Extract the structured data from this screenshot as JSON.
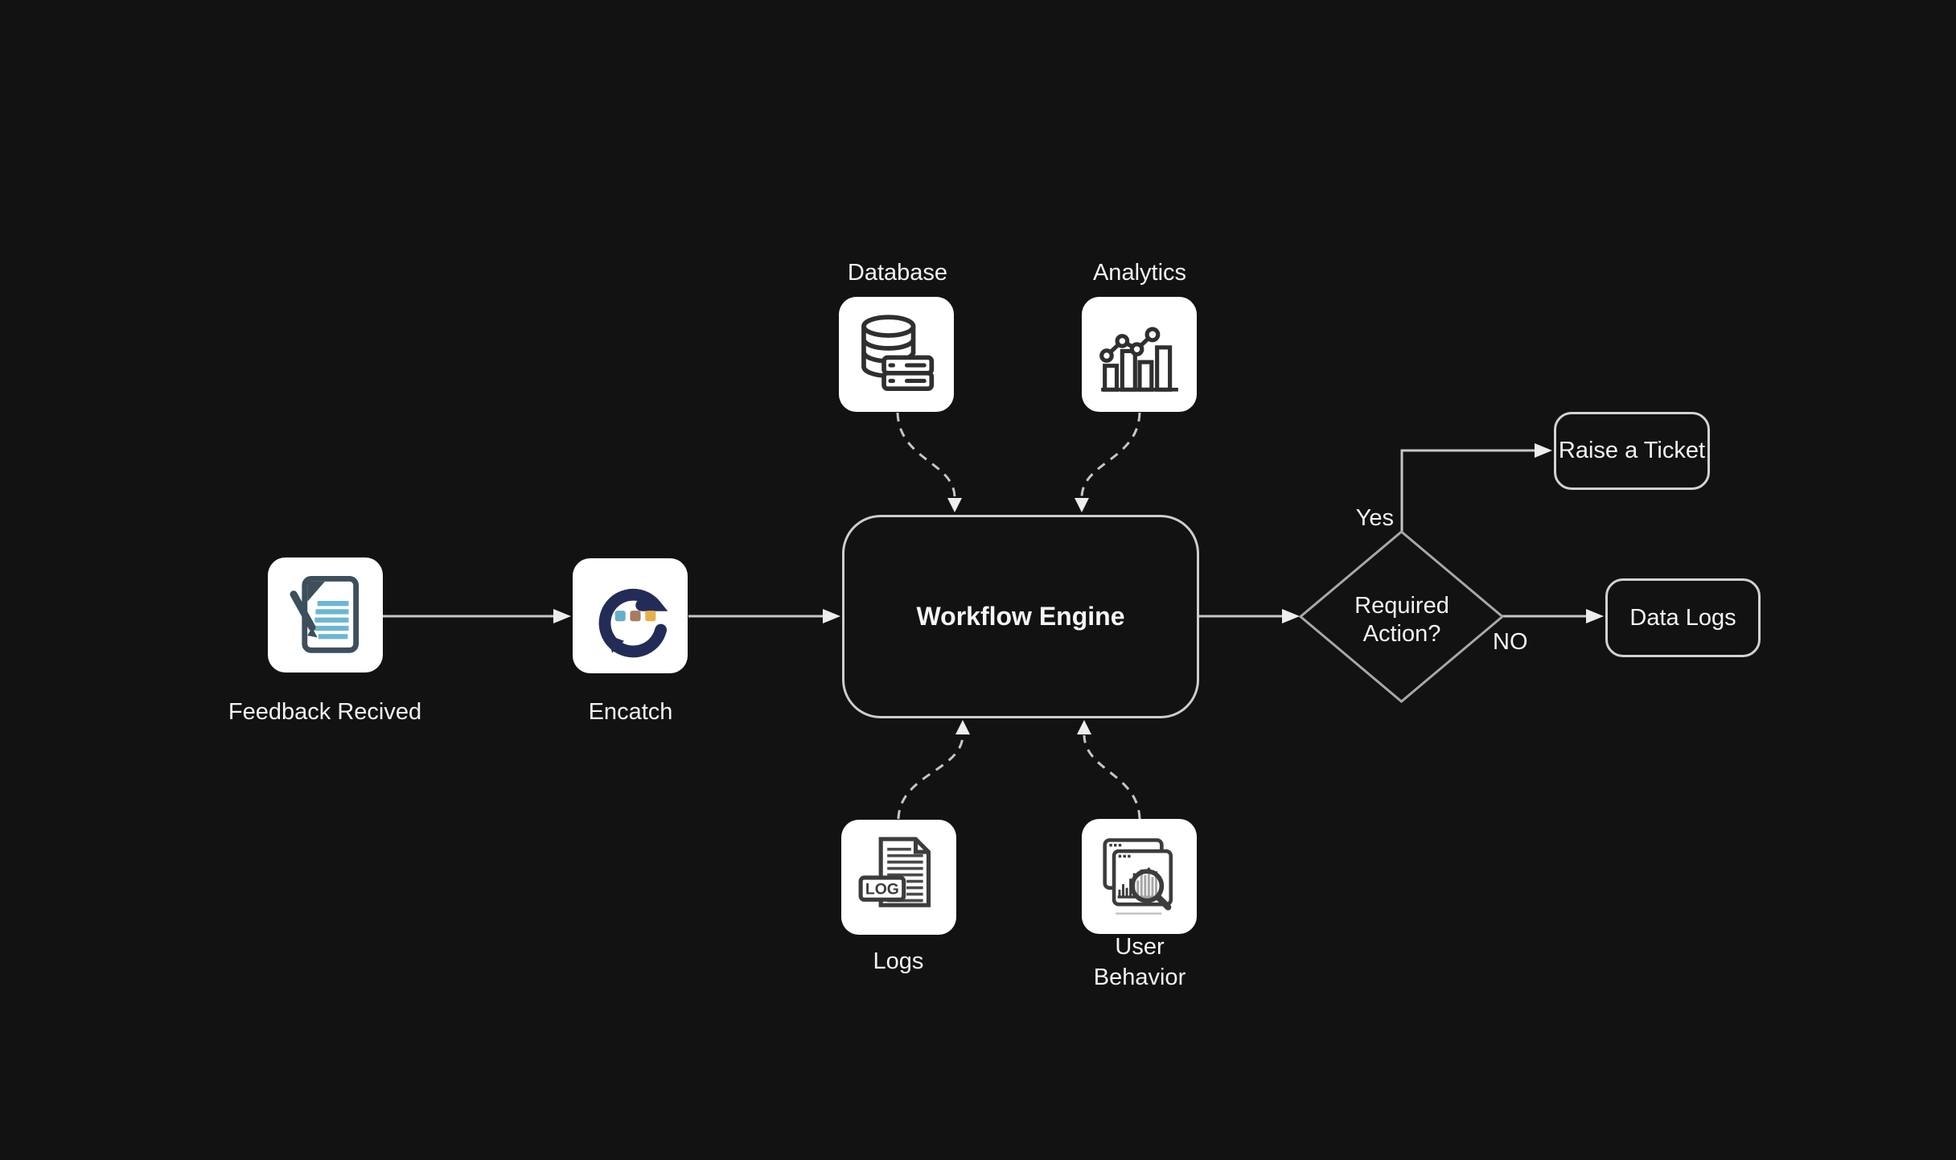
{
  "canvas": {
    "background": "#121213",
    "line_color": "#c6c6c6",
    "text_color": "#f3f3f3"
  },
  "nodes": {
    "feedback": {
      "label": "Feedback Recived"
    },
    "encatch": {
      "label": "Encatch"
    },
    "database": {
      "label": "Database"
    },
    "analytics": {
      "label": "Analytics"
    },
    "logs": {
      "label": "Logs"
    },
    "user_behavior": {
      "line1": "User",
      "line2": "Behavior"
    },
    "workflow_engine": {
      "label": "Workflow Engine"
    },
    "decision": {
      "line1": "Required",
      "line2": "Action?"
    },
    "raise_ticket": {
      "label": "Raise a Ticket"
    },
    "data_logs": {
      "label": "Data Logs"
    }
  },
  "edge_labels": {
    "yes": "Yes",
    "no": "NO"
  },
  "icons": {
    "log_badge": "LOG",
    "colors": {
      "encatch_navy": "#232c57",
      "encatch_teal": "#67aec8",
      "encatch_brown": "#a87c5f",
      "encatch_gold": "#e8b04c",
      "feedback_blue": "#6cb6d4",
      "feedback_slate": "#3d4f5c",
      "outline_dark": "#333333"
    }
  }
}
